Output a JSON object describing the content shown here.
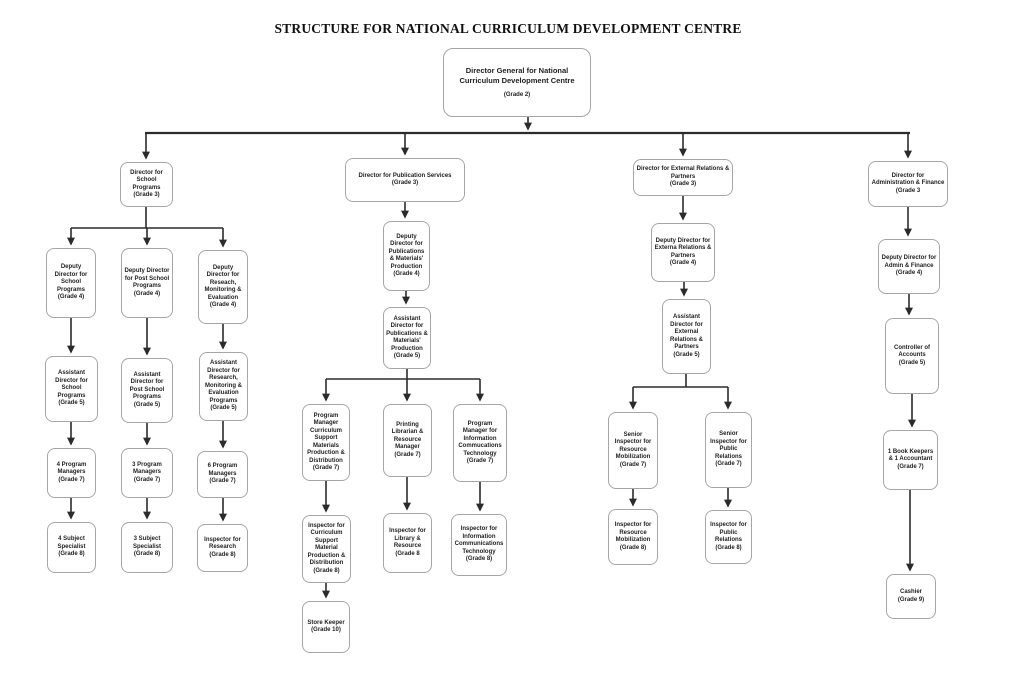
{
  "title": "STRUCTURE FOR NATIONAL CURRICULUM DEVELOPMENT CENTRE",
  "colors": {
    "background": "#ffffff",
    "box_border": "#a6a6a6",
    "line": "#2b2b2b",
    "text": "#1f1f1f"
  },
  "nodes": {
    "director_general": {
      "title": "Director General for National Curriculum Development Centre",
      "grade": "(Grade 2)"
    },
    "dir_school": {
      "title": "Director for School Programs",
      "grade": "(Grade 3)"
    },
    "dir_publication": {
      "title": "Director for Publication Services",
      "grade": "(Grade 3)"
    },
    "dir_external": {
      "title": "Director for External Relations & Partners",
      "grade": "(Grade 3)"
    },
    "dir_admin": {
      "title": "Director for Administration & Finance",
      "grade": "(Grade 3"
    },
    "dep_school": {
      "title": "Deputy Director for School Programs",
      "grade": "(Grade 4)"
    },
    "dep_post_school": {
      "title": "Deputy Director for Post School Programs",
      "grade": "(Grade 4)"
    },
    "dep_research": {
      "title": "Deputy Director for Reseach, Monitoring & Evaluation",
      "grade": "(Grade 4)"
    },
    "asst_school": {
      "title": "Assistant Director for School Programs",
      "grade": "(Grade 5)"
    },
    "asst_post_school": {
      "title": "Assistant Director for Post School Programs",
      "grade": "(Grade 5)"
    },
    "asst_research": {
      "title": "Assistant Director for Research, Monitoring & Evaluation Programs",
      "grade": "(Grade 5)"
    },
    "pm_4": {
      "title": "4 Program Managers",
      "grade": "(Grade 7)"
    },
    "pm_3": {
      "title": "3 Program Managers",
      "grade": "(Grade 7)"
    },
    "pm_6": {
      "title": "6 Program Managers",
      "grade": "(Grade 7)"
    },
    "ss_4": {
      "title": "4 Subject Specialist",
      "grade": "(Grade 8)"
    },
    "ss_3": {
      "title": "3 Subject Specialist",
      "grade": "(Grade 8)"
    },
    "insp_research": {
      "title": "Inspector for Research",
      "grade": "(Grade 8)"
    },
    "dep_publications": {
      "title": "Deputy Director for Publications & Materials' Production",
      "grade": "(Grade 4)"
    },
    "asst_publications": {
      "title": "Assistant Director for Publications & Materials' Production",
      "grade": "(Grade 5)"
    },
    "pm_curriculum": {
      "title": "Program Manager Curriculum Support Materials Production & Distribution",
      "grade": "(Grade 7)"
    },
    "printing_librarian": {
      "title": "Printing Librarian & Resource Manager",
      "grade": "(Grade 7)"
    },
    "pm_ict": {
      "title": "Program Manager for Information Commucations Technology",
      "grade": "(Grade 7)"
    },
    "insp_curriculum": {
      "title": "Inspector for Curriculum Support Material Production & Distribution",
      "grade": "(Grade 8)"
    },
    "insp_library": {
      "title": "Inspector for Library & Resource",
      "grade": "(Grade 8"
    },
    "insp_ict": {
      "title": "Inspector for Information Communications Technology",
      "grade": "(Grade 8)"
    },
    "store_keeper": {
      "title": "Store Keeper",
      "grade": "(Grade 10)"
    },
    "dep_external": {
      "title": "Deputy Director for Externa Relations & Partners",
      "grade": "(Grade 4)"
    },
    "asst_external": {
      "title": "Assistant Director for External Relations & Partners",
      "grade": "(Grade 5)"
    },
    "sr_resource": {
      "title": "Senior Inspector for Resource Mobilization",
      "grade": "(Grade 7)"
    },
    "sr_public": {
      "title": "Senior Inspector for Public Relations",
      "grade": "(Grade 7)"
    },
    "insp_resource": {
      "title": "Inspector for Resource Mobilization",
      "grade": "(Grade 8)"
    },
    "insp_public": {
      "title": "Inspector for Public Relations",
      "grade": "(Grade 8)"
    },
    "dep_admin": {
      "title": "Deputy Director for Admin & Finance",
      "grade": "(Grade 4)"
    },
    "controller": {
      "title": "Controller of Accounts",
      "grade": "(Grade 5)"
    },
    "bookkeepers": {
      "title": "1 Book Keepers &  1 Accountant",
      "grade": "(Grade 7)"
    },
    "cashier": {
      "title": "Cashier",
      "grade": "(Grade 9)"
    }
  },
  "edges": [
    [
      "director_general",
      "dir_school"
    ],
    [
      "director_general",
      "dir_publication"
    ],
    [
      "director_general",
      "dir_external"
    ],
    [
      "director_general",
      "dir_admin"
    ],
    [
      "dir_school",
      "dep_school"
    ],
    [
      "dir_school",
      "dep_post_school"
    ],
    [
      "dir_school",
      "dep_research"
    ],
    [
      "dep_school",
      "asst_school"
    ],
    [
      "dep_post_school",
      "asst_post_school"
    ],
    [
      "dep_research",
      "asst_research"
    ],
    [
      "asst_school",
      "pm_4"
    ],
    [
      "asst_post_school",
      "pm_3"
    ],
    [
      "asst_research",
      "pm_6"
    ],
    [
      "pm_4",
      "ss_4"
    ],
    [
      "pm_3",
      "ss_3"
    ],
    [
      "pm_6",
      "insp_research"
    ],
    [
      "dir_publication",
      "dep_publications"
    ],
    [
      "dep_publications",
      "asst_publications"
    ],
    [
      "asst_publications",
      "pm_curriculum"
    ],
    [
      "asst_publications",
      "printing_librarian"
    ],
    [
      "asst_publications",
      "pm_ict"
    ],
    [
      "pm_curriculum",
      "insp_curriculum"
    ],
    [
      "printing_librarian",
      "insp_library"
    ],
    [
      "pm_ict",
      "insp_ict"
    ],
    [
      "insp_curriculum",
      "store_keeper"
    ],
    [
      "dir_external",
      "dep_external"
    ],
    [
      "dep_external",
      "asst_external"
    ],
    [
      "asst_external",
      "sr_resource"
    ],
    [
      "asst_external",
      "sr_public"
    ],
    [
      "sr_resource",
      "insp_resource"
    ],
    [
      "sr_public",
      "insp_public"
    ],
    [
      "dir_admin",
      "dep_admin"
    ],
    [
      "dep_admin",
      "controller"
    ],
    [
      "controller",
      "bookkeepers"
    ],
    [
      "bookkeepers",
      "cashier"
    ]
  ]
}
